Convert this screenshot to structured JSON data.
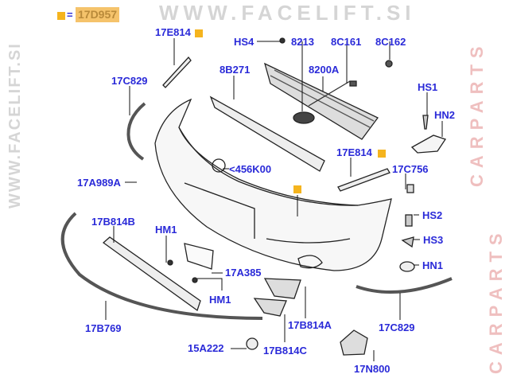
{
  "legend": {
    "equals": "=",
    "code": "17D957",
    "marker_color": "#f5b41e"
  },
  "watermarks": {
    "site": "WWW.FACELIFT.SI",
    "site_diag": "WWW.FACELIFT.SI",
    "carparts": "CARPARTS",
    "carparts2": "CARPARTS"
  },
  "labels": {
    "l17E814a": "17E814",
    "HS4": "HS4",
    "l8213": "8213",
    "l8C161": "8C161",
    "l8C162": "8C162",
    "l17C829a": "17C829",
    "l8B271": "8B271",
    "l8200A": "8200A",
    "HS1": "HS1",
    "HN2": "HN2",
    "l17E814b": "17E814",
    "l17C756": "17C756",
    "l456K00": "<456K00",
    "l17A989A": "17A989A",
    "HS2": "HS2",
    "HS3": "HS3",
    "HN1": "HN1",
    "l17B814B": "17B814B",
    "HM1a": "HM1",
    "l17A385": "17A385",
    "HM1b": "HM1",
    "l17B814A": "17B814A",
    "l17C829b": "17C829",
    "l17B769": "17B769",
    "l15A222": "15A222",
    "l17B814C": "17B814C",
    "l17N800": "17N800"
  }
}
